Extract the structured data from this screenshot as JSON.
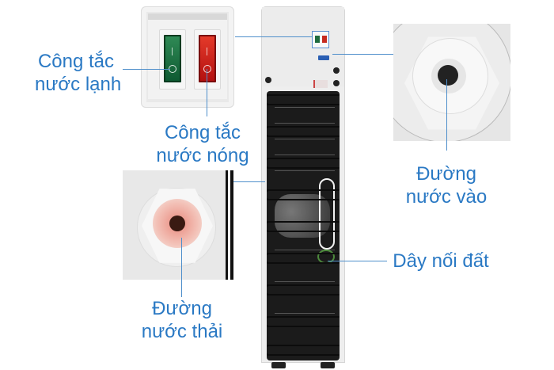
{
  "labels": {
    "cold_switch": {
      "line1": "Công tắc",
      "line2": "nước lạnh"
    },
    "hot_switch": {
      "line1": "Công tắc",
      "line2": "nước nóng"
    },
    "water_inlet": {
      "line1": "Đường",
      "line2": "nước vào"
    },
    "water_drain": {
      "line1": "Đường",
      "line2": "nước thải"
    },
    "ground_wire": {
      "line1": "Dây nối đất"
    }
  },
  "switch_symbols": {
    "on": "I",
    "off": "O"
  },
  "colors": {
    "label_text": "#2a79c4",
    "leader_line": "#4f8fcb",
    "cold_switch": "#1a6b3e",
    "hot_switch": "#d42a1c",
    "background": "#ffffff"
  }
}
